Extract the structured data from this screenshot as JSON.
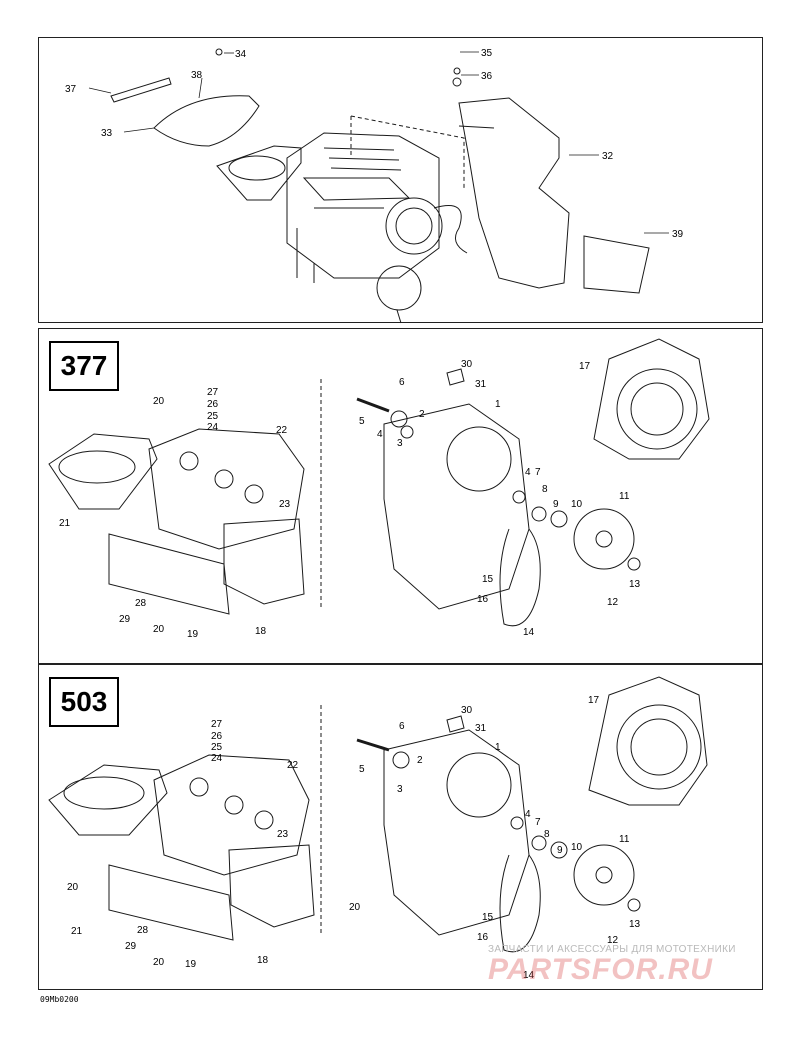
{
  "diagram": {
    "doc_code": "09Mb0200",
    "watermark": {
      "caption": "ЗАПЧАСТИ И АКСЕССУАРЫ ДЛЯ МОТОТЕХНИКИ",
      "logo": "PARTSFOR.RU",
      "color": "#d55050"
    },
    "panels": [
      {
        "model": "",
        "callouts": [
          "37",
          "38",
          "34",
          "33",
          "35",
          "36",
          "32",
          "39"
        ]
      },
      {
        "model": "377",
        "callouts": [
          "20",
          "27",
          "26",
          "25",
          "24",
          "22",
          "23",
          "21",
          "28",
          "29",
          "20",
          "19",
          "18",
          "6",
          "30",
          "31",
          "17",
          "5",
          "2",
          "4",
          "3",
          "1",
          "4",
          "7",
          "8",
          "9",
          "10",
          "11",
          "13",
          "12",
          "15",
          "16",
          "14"
        ]
      },
      {
        "model": "503",
        "callouts": [
          "27",
          "26",
          "25",
          "24",
          "22",
          "23",
          "20",
          "20",
          "21",
          "28",
          "29",
          "20",
          "19",
          "18",
          "6",
          "30",
          "31",
          "17",
          "5",
          "2",
          "3",
          "1",
          "4",
          "7",
          "8",
          "9",
          "10",
          "11",
          "13",
          "12",
          "15",
          "16",
          "14"
        ]
      }
    ]
  }
}
